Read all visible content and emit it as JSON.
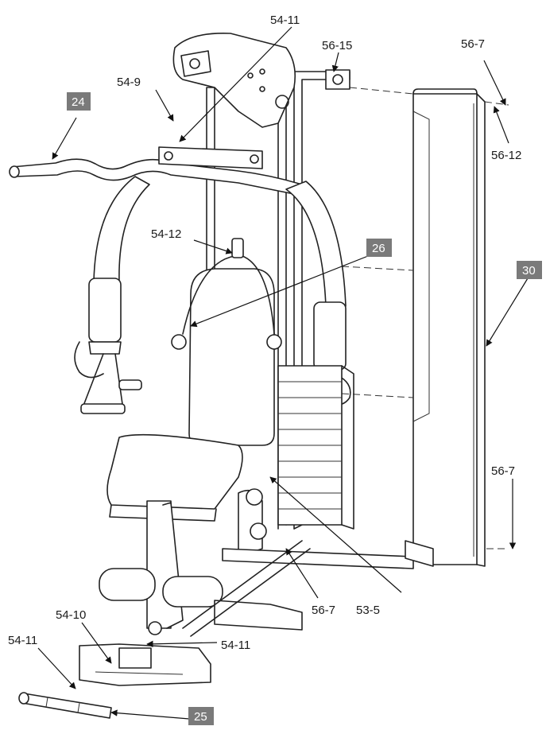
{
  "diagram": {
    "part_labels": {
      "l_54_11_top": "54-11",
      "l_56_15": "56-15",
      "l_56_7_top": "56-7",
      "l_54_9": "54-9",
      "l_56_12": "56-12",
      "l_54_12": "54-12",
      "l_56_7_right": "56-7",
      "l_56_7_bottom": "56-7",
      "l_53_5": "53-5",
      "l_54_10": "54-10",
      "l_54_11_left": "54-11",
      "l_54_11_bottom": "54-11"
    },
    "boxed_labels": {
      "b24": "24",
      "b26": "26",
      "b30": "30",
      "b25": "25"
    },
    "colors": {
      "label_box_fill": "#7a7a7a",
      "line": "#222222",
      "background": "#ffffff"
    }
  }
}
